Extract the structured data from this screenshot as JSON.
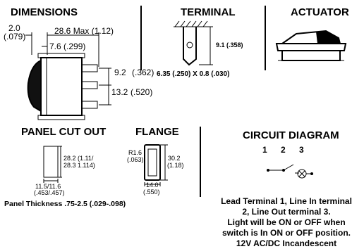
{
  "headings": {
    "dimensions": "DIMENSIONS",
    "terminal": "TERMINAL",
    "actuator": "ACTUATOR",
    "panel_cut_out": "PANEL CUT OUT",
    "flange": "FLANGE",
    "circuit_diagram": "CIRCUIT DIAGRAM"
  },
  "dimensions": {
    "d1": "2.0",
    "d1_in": "(.079)",
    "d2": "28.6 Max (1.12)",
    "d3": "7.6 (.299)",
    "d4": "9.2",
    "d4_in": "(.362)",
    "d5": "13.2",
    "d5_in": "(.520)"
  },
  "terminal": {
    "height": "9.1 (.358)",
    "size": "6.35 (.250) X 0.8 (.030)"
  },
  "panel_cut_out": {
    "height_mm": "28.2 (1.11/",
    "height_mm2": "28.3  1.114)",
    "width_mm": "11.5/11.6",
    "width_in": "(.453/.457)",
    "thickness": "Panel Thickness .75-2.5 (.029-.098)"
  },
  "flange": {
    "radius": "R1.6",
    "radius_in": "(.063)",
    "height": "30.2",
    "height_in": "(1.18)",
    "width": "14.0",
    "width_in": "(.550)"
  },
  "circuit": {
    "terminals": [
      "1",
      "2",
      "3"
    ],
    "description": [
      "Lead Terminal 1, Line In terminal",
      "2, Line Out terminal 3.",
      "Light will be ON or OFF when",
      "switch is In ON or OFF position.",
      "12V AC/DC Incandescent"
    ]
  }
}
